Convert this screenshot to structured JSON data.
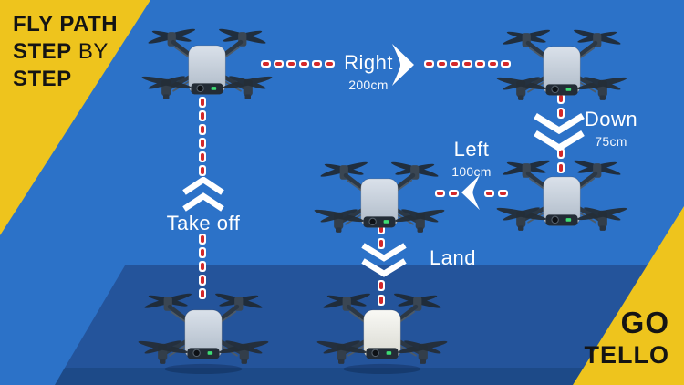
{
  "banner_top_left": {
    "line1": "FLY PATH",
    "line2_part1": "STEP",
    "line2_part2": " BY",
    "line3": "STEP"
  },
  "banner_bottom_right": {
    "line1": "GO",
    "line2": "TELLO"
  },
  "steps": {
    "takeoff": {
      "label": "Take off"
    },
    "right": {
      "label": "Right",
      "distance": "200cm"
    },
    "down": {
      "label": "Down",
      "distance": "75cm"
    },
    "left": {
      "label": "Left",
      "distance": "100cm"
    },
    "land": {
      "label": "Land"
    }
  },
  "icons": {
    "drone": "quadcopter-drone",
    "flight_path": "red-white-dashed-line",
    "takeoff_arrow": "double-chevron-up",
    "down_arrow": "double-chevron-down",
    "land_arrow": "double-chevron-down",
    "right_arrow": "chevron-right",
    "left_arrow": "chevron-left"
  },
  "colors": {
    "sky": "#2c72c8",
    "table_top": "#24549b",
    "table_front": "#1d4a88",
    "banner_yellow": "#eec41d",
    "dash_red": "#d3282a",
    "text_black": "#141414",
    "label_white": "#ffffff",
    "drone_body": "#d6dee8",
    "drone_body_landed": "#f6f6f1",
    "drone_frame": "#2c3845"
  }
}
